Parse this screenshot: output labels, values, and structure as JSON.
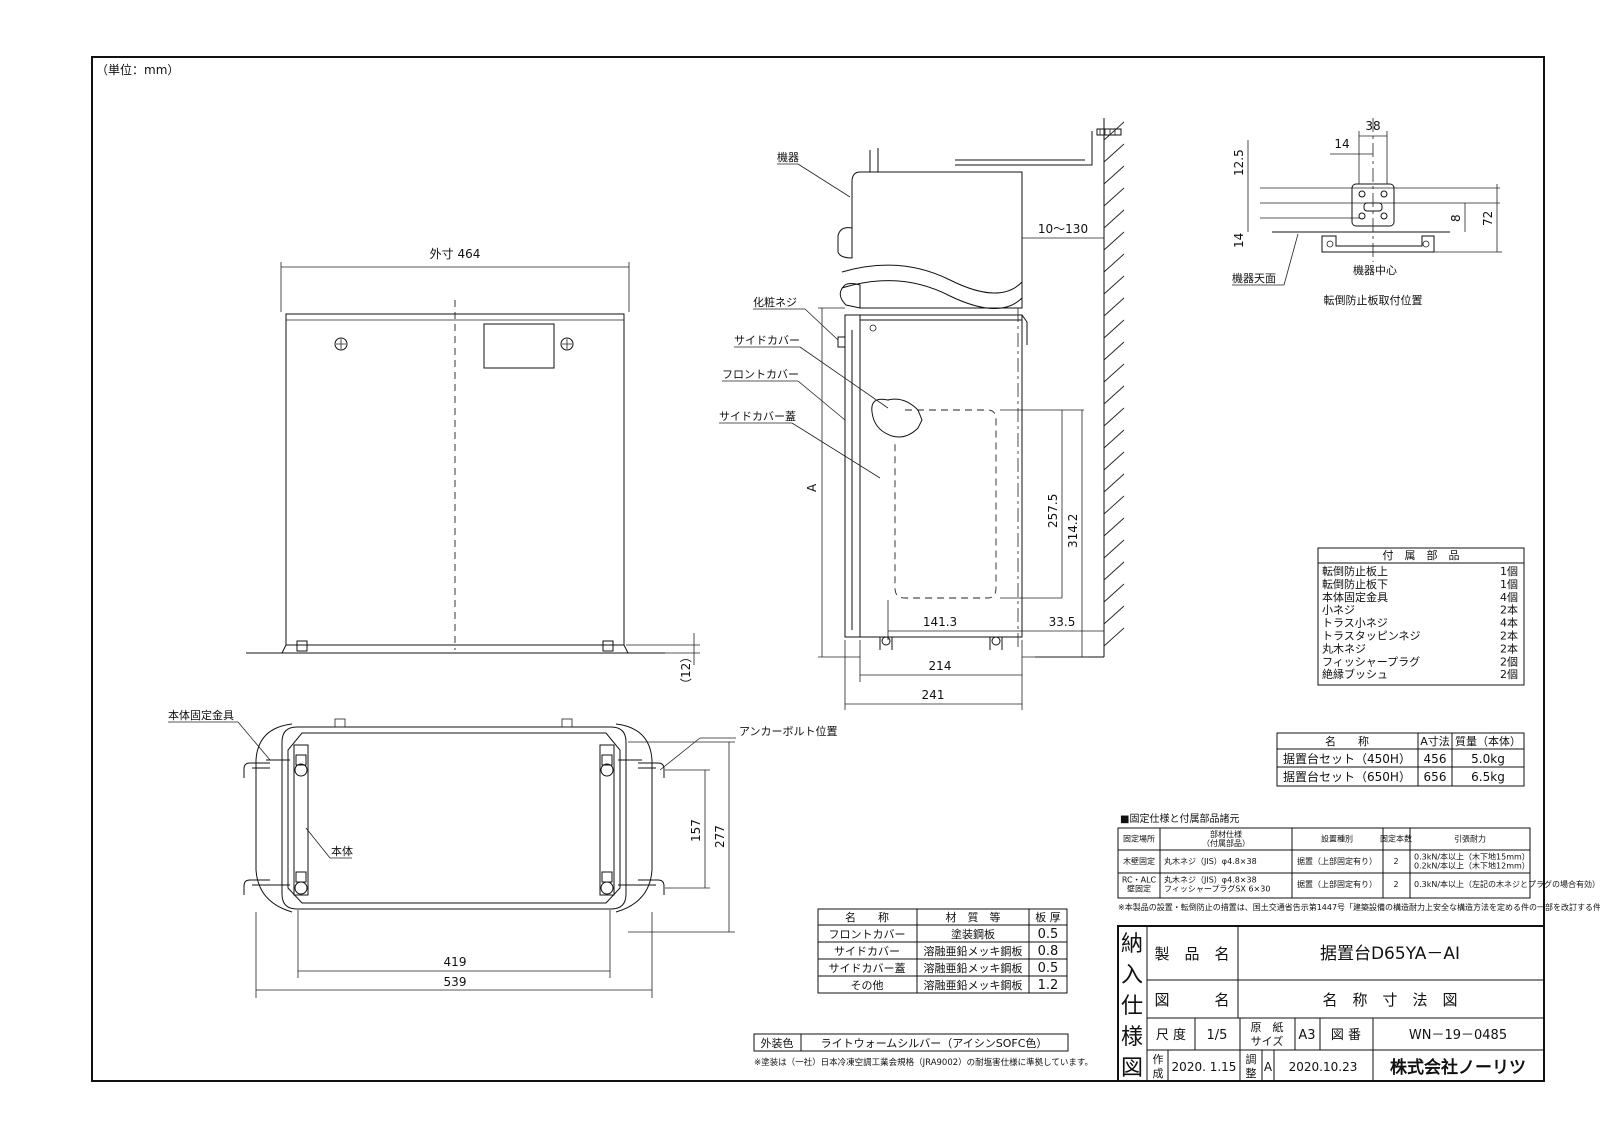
{
  "unit_label": "（単位：mm）",
  "front_view": {
    "width_label": "外寸 464",
    "foot_height": "（12）"
  },
  "plan_view": {
    "fixing_bracket": "本体固定金具",
    "anchor_bolt": "アンカーボルト位置",
    "body": "本体",
    "dim_157": "157",
    "dim_277": "277",
    "dim_419": "419",
    "dim_539": "539"
  },
  "side_view": {
    "appliance": "機器",
    "gap": "10～130",
    "cosmetic_screw": "化粧ネジ",
    "side_cover": "サイドカバー",
    "front_cover": "フロントカバー",
    "side_cover_lid": "サイドカバー蓋",
    "dim_a": "A",
    "dim_257_5": "257.5",
    "dim_314_2": "314.2",
    "dim_141_3": "141.3",
    "dim_33_5": "33.5",
    "dim_214": "214",
    "dim_241": "241"
  },
  "detail_view": {
    "dim_38": "38",
    "dim_14_top": "14",
    "dim_12_5": "12.5",
    "dim_14_left": "14",
    "dim_8": "8",
    "dim_72": "72",
    "top_of_unit": "機器天面",
    "unit_center": "機器中心",
    "caption": "転倒防止板取付位置"
  },
  "accessories": {
    "header": "付　属　部　品",
    "items": [
      {
        "name": "転倒防止板上",
        "qty": "1個"
      },
      {
        "name": "転倒防止板下",
        "qty": "1個"
      },
      {
        "name": "本体固定金具",
        "qty": "4個"
      },
      {
        "name": "小ネジ",
        "qty": "2本"
      },
      {
        "name": "トラス小ネジ",
        "qty": "4本"
      },
      {
        "name": "トラスタッピンネジ",
        "qty": "2本"
      },
      {
        "name": "丸木ネジ",
        "qty": "2本"
      },
      {
        "name": "フィッシャープラグ",
        "qty": "2個"
      },
      {
        "name": "絶縁ブッシュ",
        "qty": "2個"
      }
    ]
  },
  "models": {
    "headers": [
      "名　　称",
      "A寸法",
      "質量（本体）"
    ],
    "rows": [
      [
        "据置台セット（450H）",
        "456",
        "5.0kg"
      ],
      [
        "据置台セット（650H）",
        "656",
        "6.5kg"
      ]
    ]
  },
  "fixing_spec": {
    "title": "■固定仕様と付属部品諸元",
    "headers": [
      "固定場所",
      "部材仕様\n（付属部品）",
      "設置種別",
      "固定本数",
      "引張耐力"
    ],
    "rows": [
      [
        "木壁固定",
        "丸木ネジ（JIS）φ4.8×38",
        "据置（上部固定有り）",
        "2",
        "0.3kN/本以上（木下地15mm）\n0.2kN/本以上（木下地12mm）"
      ],
      [
        "RC・ALC\n壁固定",
        "丸木ネジ（JIS）φ4.8×38\nフィッシャープラグSX 6×30",
        "据置（上部固定有り）",
        "2",
        "0.3kN/本以上（左記の木ネジとプラグの場合有効）"
      ]
    ],
    "note": "※本製品の設置・転倒防止の措置は、国土交通省告示第1447号「建築設備の構造耐力上安全な構造方法を定める件の一部を改訂する件」に対応しています。"
  },
  "materials": {
    "headers": [
      "名　　称",
      "材　質　等",
      "板 厚"
    ],
    "rows": [
      [
        "フロントカバー",
        "塗装鋼板",
        "0.5"
      ],
      [
        "サイドカバー",
        "溶融亜鉛メッキ鋼板",
        "0.8"
      ],
      [
        "サイドカバー蓋",
        "溶融亜鉛メッキ鋼板",
        "0.5"
      ],
      [
        "その他",
        "溶融亜鉛メッキ鋼板",
        "1.2"
      ]
    ]
  },
  "exterior_color": {
    "label": "外装色",
    "value": "ライトウォームシルバー（アイシンSOFC色）",
    "note": "※塗装は（一社）日本冷凍空調工業会規格（JRA9002）の耐塩害仕様に準拠しています。"
  },
  "title_block": {
    "side_label": [
      "納",
      "入",
      "仕",
      "様",
      "図"
    ],
    "product_label": "製　品　名",
    "product_value": "据置台D65YA－AI",
    "drawing_label": "図　　　名",
    "drawing_value": "名　称　寸　法　図",
    "scale_label": "尺 度",
    "scale_value": "1/5",
    "paper_label_1": "原　紙",
    "paper_label_2": "サイズ",
    "paper_value": "A3",
    "number_label": "図 番",
    "number_value": "WN－19－0485",
    "created_label_1": "作",
    "created_label_2": "成",
    "created_value": "2020. 1.15",
    "revised_label_1": "調",
    "revised_label_2": "整",
    "revised_mark": "A",
    "revised_value": "2020.10.23",
    "company": "株式会社ノーリツ"
  }
}
